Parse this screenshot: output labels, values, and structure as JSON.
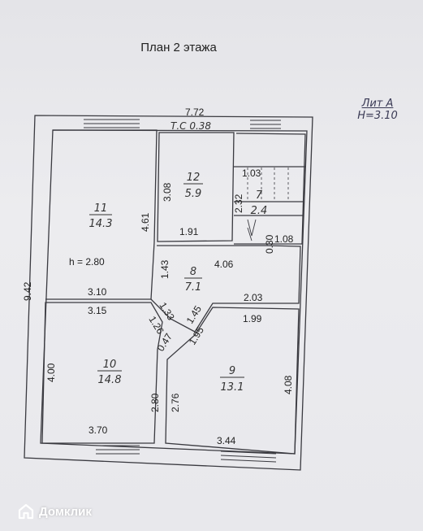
{
  "title": "План 2 этажа",
  "lit": {
    "line1": "Лит А",
    "line2": "Н=3.10"
  },
  "dims": {
    "total_width": "7.72",
    "total_height": "9.42",
    "tc": "Т.С 0.38",
    "d_3_08": "3.08",
    "d_4_61": "4.61",
    "d_1_91": "1.91",
    "d_1_03": "1.03",
    "d_2_32": "2.32",
    "d_0_30": "0.30",
    "d_1_08": "1.08",
    "d_1_43": "1.43",
    "d_4_06": "4.06",
    "d_3_10": "3.10",
    "d_2_03": "2.03",
    "d_3_15": "3.15",
    "d_1_33": "1.33",
    "d_1_45": "1.45",
    "d_1_99": "1.99",
    "d_1_26": "1.26",
    "d_0_47": "0.47",
    "d_1_95": "1.95",
    "d_4_00": "4.00",
    "d_2_80": "2.80",
    "d_2_76": "2.76",
    "d_4_08": "4.08",
    "d_3_70": "3.70",
    "d_3_44": "3.44",
    "ceiling": "h = 2.80"
  },
  "rooms": [
    {
      "num": "11",
      "area": "14.3"
    },
    {
      "num": "12",
      "area": "5.9"
    },
    {
      "num": "7",
      "area": "2.4"
    },
    {
      "num": "8",
      "area": "7.1"
    },
    {
      "num": "10",
      "area": "14.8"
    },
    {
      "num": "9",
      "area": "13.1"
    }
  ],
  "watermark": {
    "text": "Домклик",
    "icon": "domclick-logo-icon",
    "color": "#ffffff"
  }
}
